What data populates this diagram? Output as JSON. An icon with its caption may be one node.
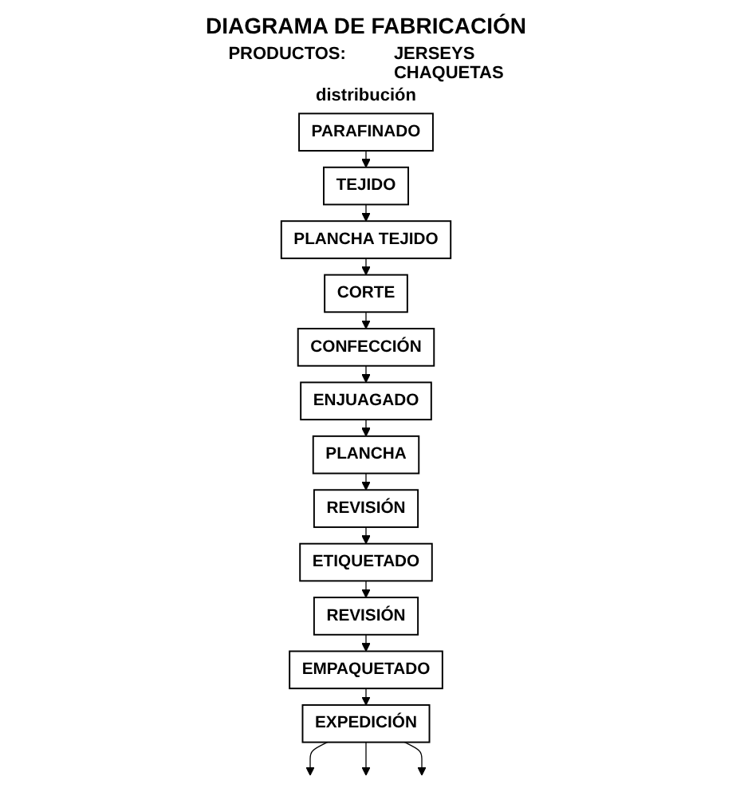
{
  "diagram": {
    "title": "DIAGRAMA DE FABRICACIÓN",
    "nodes": [
      {
        "text": [
          "PARAFINADO"
        ]
      },
      {
        "text": [
          "TEJIDO"
        ]
      },
      {
        "text": [
          "PLANCHA TEJIDO"
        ]
      },
      {
        "text": [
          "CORTE"
        ]
      },
      {
        "text": [
          "CONFECCIÓN"
        ]
      },
      {
        "text": [
          "ENJUAGADO"
        ]
      },
      {
        "text": [
          "PLANCHA"
        ]
      },
      {
        "text": [
          "REVISIÓN"
        ]
      },
      {
        "text": [
          "ETIQUETADO"
        ]
      },
      {
        "text": [
          "REVISIÓN"
        ]
      },
      {
        "text": [
          "EMPAQUETADO"
        ]
      },
      {
        "text": [
          "EXPEDICIÓN"
        ]
      }
    ],
    "edges": [
      {
        "from": 0,
        "to": 1,
        "arrow": "to"
      },
      {
        "from": 1,
        "to": 2,
        "arrow": "to"
      },
      {
        "from": 2,
        "to": 3,
        "arrow": "to"
      },
      {
        "from": 3,
        "to": 4,
        "arrow": "to"
      },
      {
        "from": 4,
        "to": 5,
        "arrow": "to"
      },
      {
        "from": 5,
        "to": 6,
        "arrow": "to"
      },
      {
        "from": 6,
        "to": 7,
        "arrow": "to"
      },
      {
        "from": 7,
        "to": 8,
        "arrow": "to"
      },
      {
        "from": 8,
        "to": 9,
        "arrow": "to"
      },
      {
        "from": 9,
        "to": 10,
        "arrow": "to"
      },
      {
        "from": 10,
        "to": 11,
        "arrow": "to"
      },
      {
        "from": 11,
        "to": null,
        "arrow": "to"
      },
      {
        "from": 11,
        "to": null,
        "arrow": "to"
      },
      {
        "from": 11,
        "to": null,
        "arrow": "to"
      }
    ],
    "labels": [
      "PRODUCTOS:",
      "JERSEYS",
      "CHAQUETAS",
      "distribución"
    ]
  }
}
